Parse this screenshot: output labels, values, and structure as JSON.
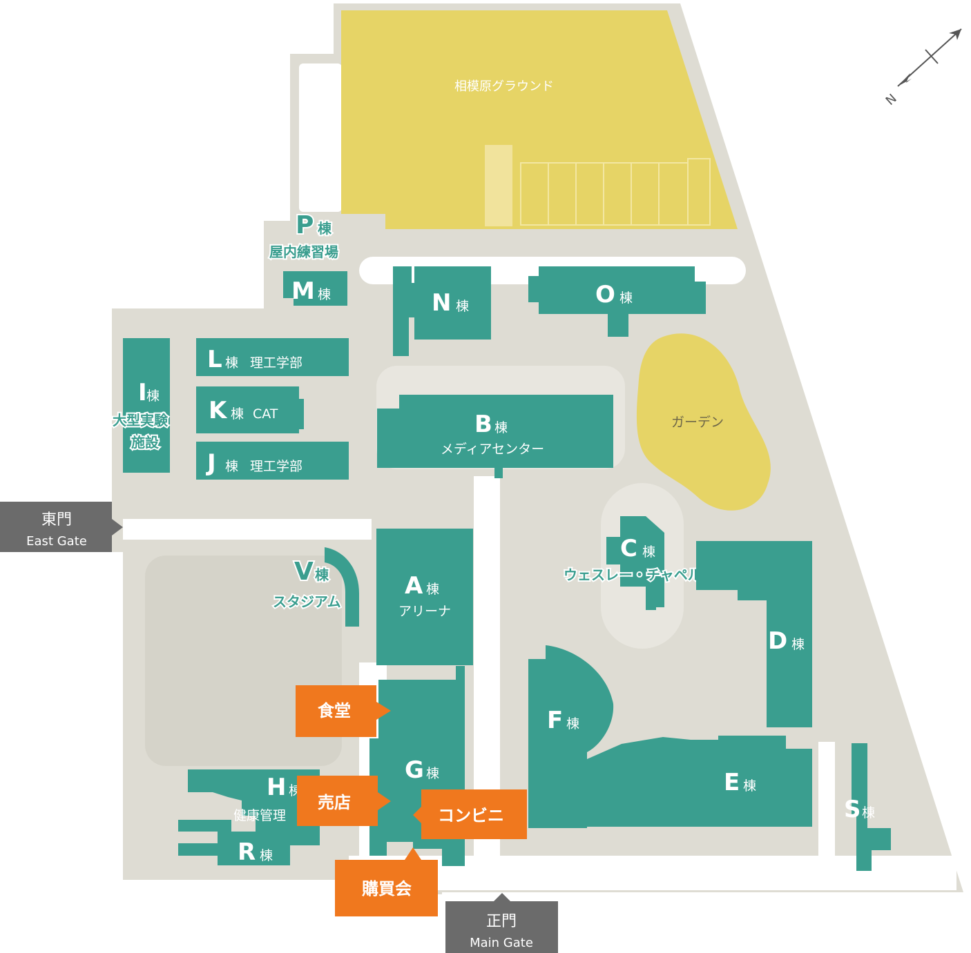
{
  "map": {
    "ground_label": "相模原グラウンド",
    "garden_label": "ガーデン",
    "compass_label": "N",
    "buildings": {
      "P": {
        "letter": "P",
        "suffix": "棟",
        "sub": "屋内練習場"
      },
      "M": {
        "letter": "M",
        "suffix": "棟"
      },
      "N": {
        "letter": "N",
        "suffix": "棟"
      },
      "O": {
        "letter": "O",
        "suffix": "棟"
      },
      "L": {
        "letter": "L",
        "suffix": "棟",
        "sub": "理工学部"
      },
      "K": {
        "letter": "K",
        "suffix": "棟",
        "sub": "CAT"
      },
      "J": {
        "letter": "J",
        "suffix": "棟",
        "sub": "理工学部"
      },
      "I": {
        "letter": "I",
        "suffix": "棟",
        "sub1": "大型実験",
        "sub2": "施設"
      },
      "B": {
        "letter": "B",
        "suffix": "棟",
        "sub": "メディアセンター"
      },
      "C": {
        "letter": "C",
        "suffix": "棟",
        "sub": "ウェスレー・チャペル"
      },
      "V": {
        "letter": "V",
        "suffix": "棟",
        "sub": "スタジアム"
      },
      "A": {
        "letter": "A",
        "suffix": "棟",
        "sub": "アリーナ"
      },
      "D": {
        "letter": "D",
        "suffix": "棟"
      },
      "F": {
        "letter": "F",
        "suffix": "棟"
      },
      "G": {
        "letter": "G",
        "suffix": "棟"
      },
      "H": {
        "letter": "H",
        "suffix": "棟",
        "sub": "健康管理"
      },
      "R": {
        "letter": "R",
        "suffix": "棟"
      },
      "E": {
        "letter": "E",
        "suffix": "棟"
      },
      "S": {
        "letter": "S",
        "suffix": "棟"
      }
    },
    "gates": {
      "east": {
        "jp": "東門",
        "en": "East Gate"
      },
      "main": {
        "jp": "正門",
        "en": "Main Gate"
      }
    },
    "tags": {
      "cafeteria": "食堂",
      "store": "売店",
      "convenience": "コンビニ",
      "coop": "購買会"
    }
  }
}
